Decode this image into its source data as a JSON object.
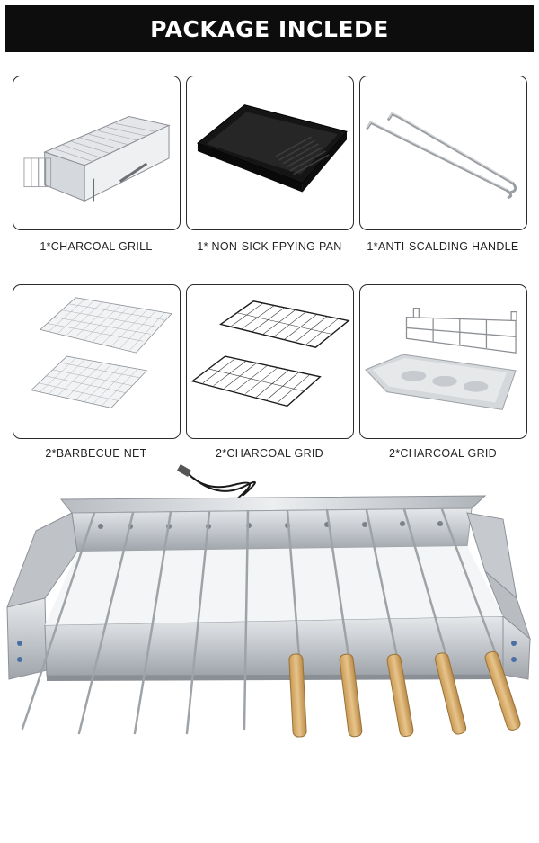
{
  "header": {
    "title": "PACKAGE INCLEDE"
  },
  "items": [
    {
      "label": "1*CHARCOAL GRILL",
      "icon": "charcoal-grill-icon"
    },
    {
      "label": "1* NON-SICK FPYING PAN",
      "icon": "frying-pan-icon"
    },
    {
      "label": "1*ANTI-SCALDING HANDLE",
      "icon": "handle-icon"
    },
    {
      "label": "2*BARBECUE NET",
      "icon": "barbecue-net-icon"
    },
    {
      "label": "2*CHARCOAL GRID",
      "icon": "charcoal-grid-icon"
    },
    {
      "label": "2*CHARCOAL GRID",
      "icon": "rack-tray-icon"
    }
  ],
  "colors": {
    "banner": "#0d0d0d",
    "steel": "#c9ccd0",
    "wood": "#d9b374"
  }
}
